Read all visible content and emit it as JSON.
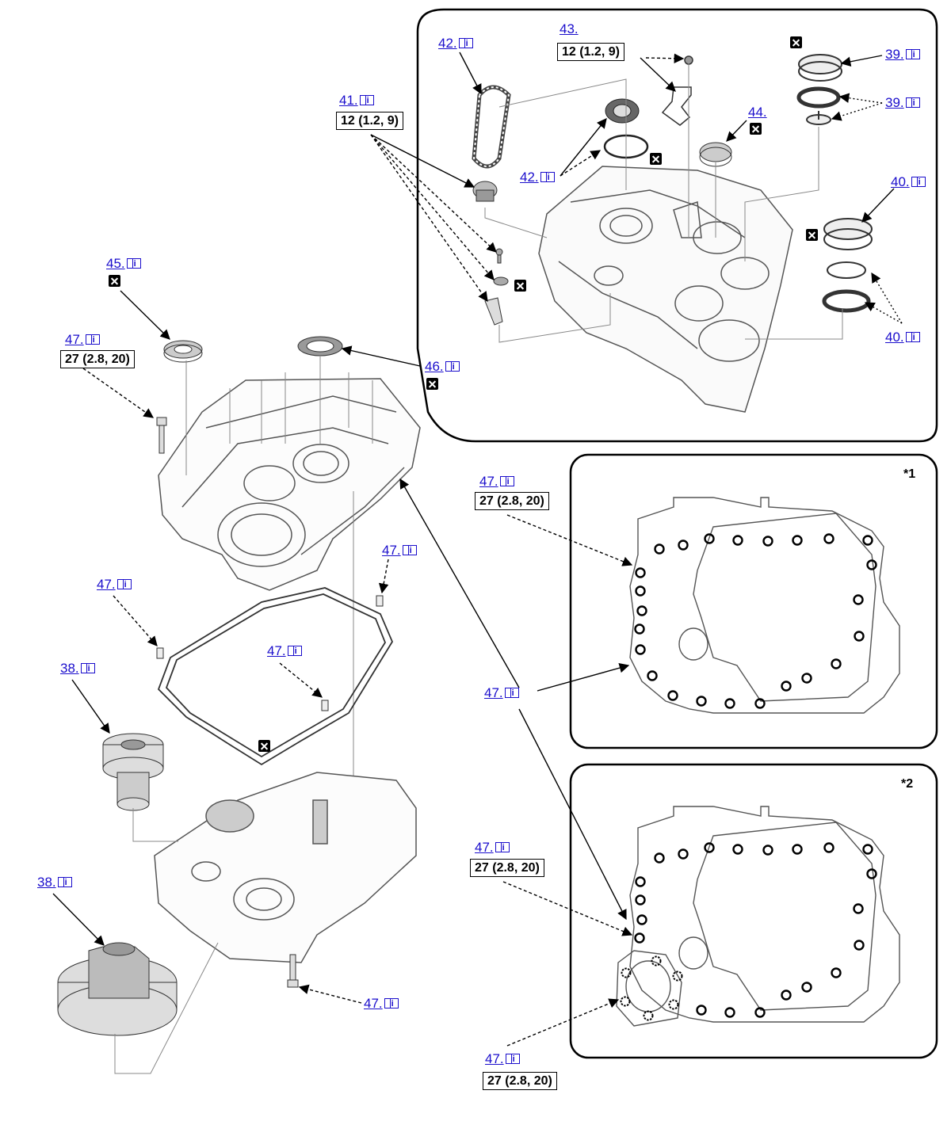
{
  "refs": {
    "r39a": "39.",
    "r39b": "39.",
    "r40a": "40.",
    "r40b": "40.",
    "r41": "41.",
    "r42a": "42.",
    "r42b": "42.",
    "r43": "43.",
    "r44": "44.",
    "r45": "45.",
    "r46": "46.",
    "r47_left": "47.",
    "r47_gasket_r": "47.",
    "r47_gasket_l": "47.",
    "r47_gasket_c": "47.",
    "r47_bottom": "47.",
    "r47_mid": "47.",
    "r47_p1": "47.",
    "r47_p2a": "47.",
    "r47_p2b": "47.",
    "r38a": "38.",
    "r38b": "38."
  },
  "torque": {
    "t41": "12 (1.2, 9)",
    "t43": "12 (1.2, 9)",
    "t47_left": "27 (2.8, 20)",
    "t47_p1": "27 (2.8, 20)",
    "t47_p2a": "27 (2.8, 20)",
    "t47_p2b": "27 (2.8, 20)"
  },
  "panels": {
    "p1_label": "*1",
    "p2_label": "*2"
  },
  "colors": {
    "link": "#1a0dcc",
    "line": "#000000",
    "drawing": "#555555"
  }
}
